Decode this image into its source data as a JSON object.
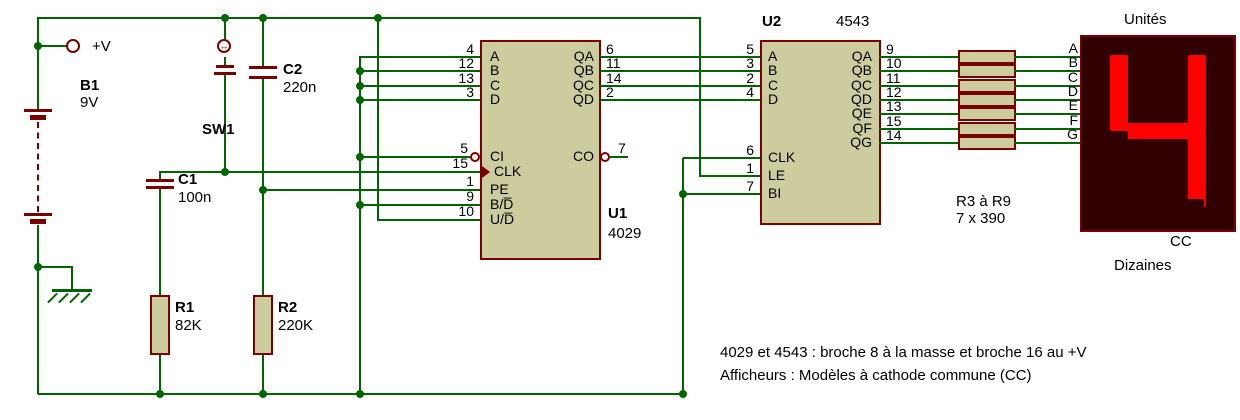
{
  "power": {
    "vplus_label": "+V",
    "battery_ref": "B1",
    "battery_value": "9V"
  },
  "sw1": {
    "ref": "SW1"
  },
  "c1": {
    "ref": "C1",
    "value": "100n"
  },
  "c2": {
    "ref": "C2",
    "value": "220n"
  },
  "r1": {
    "ref": "R1",
    "value": "82K"
  },
  "r2": {
    "ref": "R2",
    "value": "220K"
  },
  "rnet": {
    "ref": "R3 à R9",
    "value": "7 x 390"
  },
  "u1": {
    "ref": "U1",
    "part": "4029",
    "left_pins": [
      {
        "label": "A",
        "num": "4"
      },
      {
        "label": "B",
        "num": "12"
      },
      {
        "label": "C",
        "num": "13"
      },
      {
        "label": "D",
        "num": "3"
      },
      {
        "label": "CI",
        "num": "5"
      },
      {
        "label": "CLK",
        "num": "15"
      },
      {
        "label": "PE",
        "num": "1"
      },
      {
        "label": "B/D̅",
        "num": "9"
      },
      {
        "label": "U/D̅",
        "num": "10"
      }
    ],
    "right_pins": [
      {
        "label": "QA",
        "num": "6"
      },
      {
        "label": "QB",
        "num": "11"
      },
      {
        "label": "QC",
        "num": "14"
      },
      {
        "label": "QD",
        "num": "2"
      },
      {
        "label": "CO",
        "num": "7"
      }
    ]
  },
  "u2": {
    "ref": "U2",
    "part": "4543",
    "left_pins": [
      {
        "label": "A",
        "num": "5"
      },
      {
        "label": "B",
        "num": "3"
      },
      {
        "label": "C",
        "num": "2"
      },
      {
        "label": "D",
        "num": "4"
      },
      {
        "label": "CLK",
        "num": "6"
      },
      {
        "label": "LE",
        "num": "1"
      },
      {
        "label": "BI",
        "num": "7"
      }
    ],
    "right_pins": [
      {
        "label": "QA",
        "num": "9"
      },
      {
        "label": "QB",
        "num": "10"
      },
      {
        "label": "QC",
        "num": "11"
      },
      {
        "label": "QD",
        "num": "12"
      },
      {
        "label": "QE",
        "num": "13"
      },
      {
        "label": "QF",
        "num": "15"
      },
      {
        "label": "QG",
        "num": "14"
      }
    ]
  },
  "display": {
    "title": "Unités",
    "common": "CC",
    "next_digit_label": "Dizaines",
    "digit": "4",
    "pins": [
      "A",
      "B",
      "C",
      "D",
      "E",
      "F",
      "G"
    ],
    "lit_segments": [
      "F",
      "B",
      "G",
      "C"
    ]
  },
  "notes": [
    "4029 et 4543 : broche 8 à la masse et broche 16 au +V",
    "Afficheurs : Modèles à cathode commune (CC)"
  ],
  "colors": {
    "wire": "#006400",
    "component": "#7a0000",
    "ic_fill": "#cccc9e",
    "display_bg": "#310101",
    "segment_on": "#ff0000"
  }
}
